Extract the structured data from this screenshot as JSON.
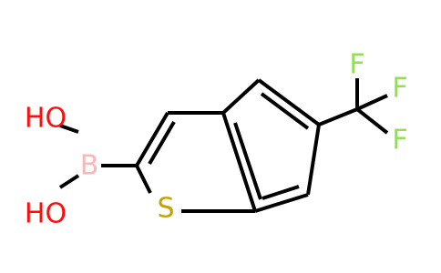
{
  "molecule": {
    "atoms": {
      "oh_top": "HO",
      "oh_bottom": "HO",
      "boron": "B",
      "sulfur": "S",
      "f_top": "F",
      "f_right": "F",
      "f_bottom": "F"
    },
    "colors": {
      "bond": "#000000",
      "oxygen": "#ff0d0d",
      "boron": "#ffb5b5",
      "sulfur": "#c8a000",
      "fluorine": "#90e050"
    }
  }
}
